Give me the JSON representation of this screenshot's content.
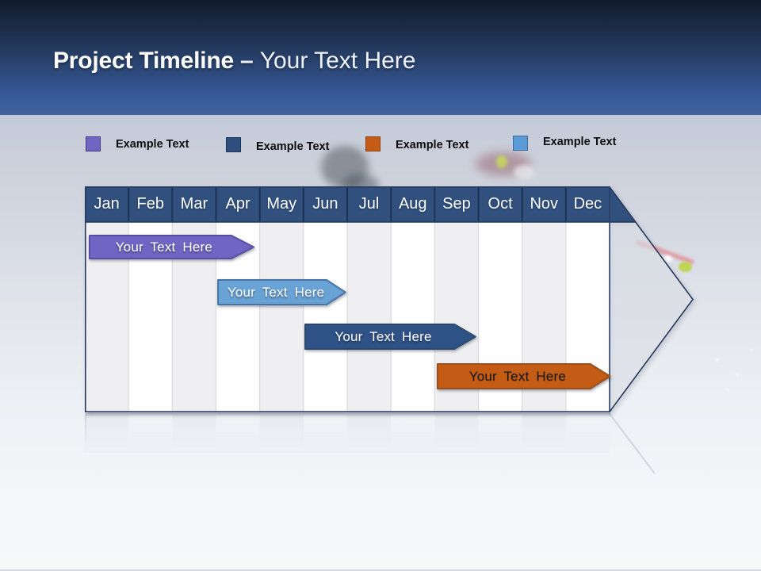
{
  "title_bar": {
    "title": "Project Timeline",
    "separator": "–",
    "subtitle": "Your Text Here"
  },
  "legend": {
    "items": [
      {
        "label": "Example Text",
        "color": "#7165C4",
        "border": "#463C86"
      },
      {
        "label": "Example Text",
        "color": "#2E4E7E",
        "border": "#1D3454"
      },
      {
        "label": "Example Text",
        "color": "#C55C16",
        "border": "#8F430F"
      },
      {
        "label": "Example Text",
        "color": "#5B9BD5",
        "border": "#3A6B9E"
      }
    ]
  },
  "timeline": {
    "months": [
      "Jan",
      "Feb",
      "Mar",
      "Apr",
      "May",
      "Jun",
      "Jul",
      "Aug",
      "Sep",
      "Oct",
      "Nov",
      "Dec"
    ],
    "bars": [
      {
        "label": "Your Text Here",
        "fill": "#7165C4",
        "stroke": "#4E3F9A",
        "text_style": "light",
        "start_month": 0.09,
        "end_month": 3.35,
        "tip_month": 3.88
      },
      {
        "label": "Your Text Here",
        "fill": "#69A3D6",
        "stroke": "#3A6B9E",
        "text_style": "light",
        "start_month": 3.03,
        "end_month": 5.53,
        "tip_month": 5.98
      },
      {
        "label": "Your Text Here",
        "fill": "#2F5286",
        "stroke": "#1E3A5F",
        "text_style": "light",
        "start_month": 5.02,
        "end_month": 8.45,
        "tip_month": 8.95
      },
      {
        "label": "Your Text Here",
        "fill": "#C55C16",
        "stroke": "#8F430F",
        "text_style": "dark",
        "start_month": 8.05,
        "end_month": 11.56,
        "tip_month": 12.03
      }
    ]
  },
  "chart_data": {
    "type": "timeline",
    "title": "Project Timeline – Your Text Here",
    "categories": [
      "Jan",
      "Feb",
      "Mar",
      "Apr",
      "May",
      "Jun",
      "Jul",
      "Aug",
      "Sep",
      "Oct",
      "Nov",
      "Dec"
    ],
    "legend": [
      "Example Text",
      "Example Text",
      "Example Text",
      "Example Text"
    ],
    "legend_position": "top",
    "bars": [
      {
        "name": "Your Text Here",
        "row": 1,
        "start": "early Jan",
        "end": "mid Apr",
        "color": "#7165C4"
      },
      {
        "name": "Your Text Here",
        "row": 2,
        "start": "early Apr",
        "end": "end Jun",
        "color": "#69A3D6"
      },
      {
        "name": "Your Text Here",
        "row": 3,
        "start": "early Jun",
        "end": "mid Sep",
        "color": "#2F5286"
      },
      {
        "name": "Your Text Here",
        "row": 4,
        "start": "early Sep",
        "end": "end Dec",
        "color": "#C55C16"
      }
    ]
  }
}
